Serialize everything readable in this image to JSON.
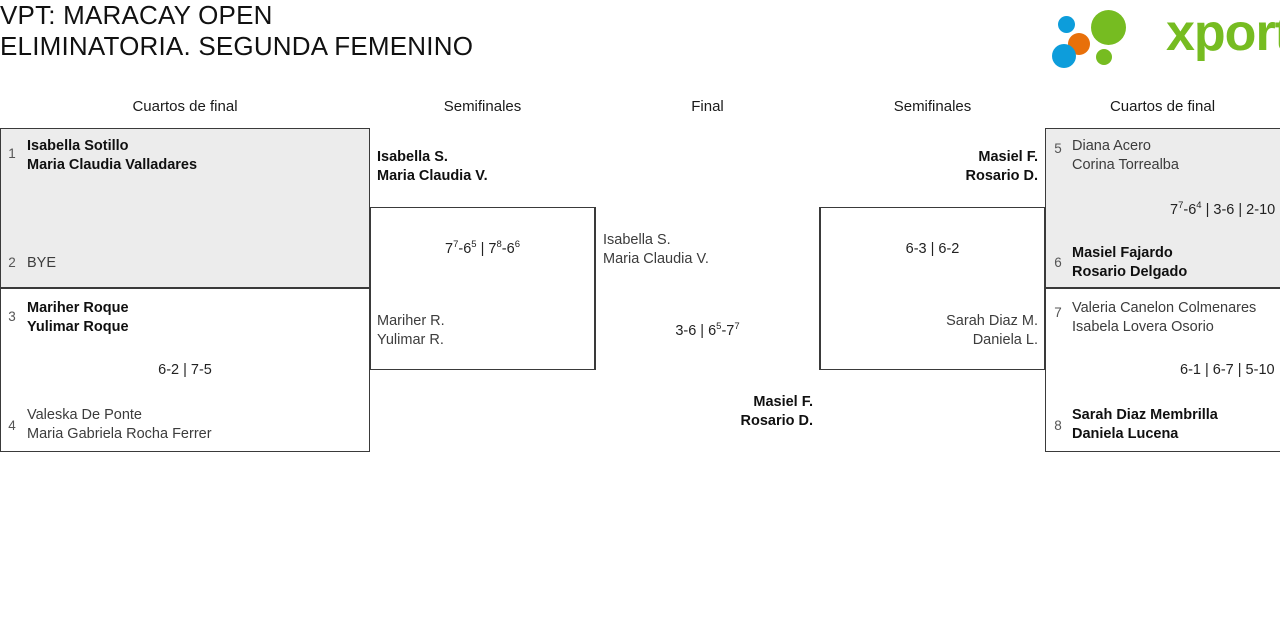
{
  "header": {
    "title_line1": "VPT: MARACAY OPEN",
    "title_line2": "ELIMINATORIA. SEGUNDA FEMENINO",
    "logo_text": "xporty",
    "logo_colors": {
      "green": "#76bc21",
      "blue": "#0d9ddb",
      "orange": "#e8700a"
    }
  },
  "round_headers": {
    "left_quarters": "Cuartos de final",
    "left_semis": "Semifinales",
    "final": "Final",
    "right_semis": "Semifinales",
    "right_quarters": "Cuartos de final"
  },
  "bracket": {
    "left_quarterfinals": [
      {
        "top": {
          "seed": "1",
          "player1": "Isabella Sotillo",
          "player2": "Maria Claudia Valladares",
          "winner": true
        },
        "bottom": {
          "seed": "2",
          "player1": "BYE",
          "player2": "",
          "winner": false
        },
        "score": ""
      },
      {
        "top": {
          "seed": "3",
          "player1": "Mariher Roque",
          "player2": "Yulimar Roque",
          "winner": true
        },
        "bottom": {
          "seed": "4",
          "player1": "Valeska De Ponte",
          "player2": "Maria Gabriela Rocha Ferrer",
          "winner": false
        },
        "score": "6-2 | 7-5"
      }
    ],
    "left_semifinal": {
      "top": {
        "player1": "Isabella S.",
        "player2": "Maria Claudia V.",
        "winner": true
      },
      "bottom": {
        "player1": "Mariher R.",
        "player2": "Yulimar R.",
        "winner": false
      },
      "score_parts": [
        {
          "text": "7",
          "sup": "7"
        },
        {
          "text": "-6",
          "sup": "5"
        },
        {
          "text": " | 7",
          "sup": "8"
        },
        {
          "text": "-6",
          "sup": "6"
        }
      ],
      "score_plain": "7(7)-6(5) | 7(8)-6(6)"
    },
    "final": {
      "top": {
        "player1": "Isabella S.",
        "player2": "Maria Claudia V.",
        "winner": false
      },
      "bottom": {
        "player1": "Masiel F.",
        "player2": "Rosario D.",
        "winner": true
      },
      "score_parts": [
        {
          "text": "3-6 | 6",
          "sup": "5"
        },
        {
          "text": "-7",
          "sup": "7"
        }
      ],
      "score_plain": "3-6 | 6(5)-7(7)"
    },
    "right_semifinal": {
      "top": {
        "player1": "Masiel F.",
        "player2": "Rosario D.",
        "winner": true
      },
      "bottom": {
        "player1": "Sarah Diaz M.",
        "player2": "Daniela L.",
        "winner": false
      },
      "score_plain": "6-3 | 6-2"
    },
    "right_quarterfinals": [
      {
        "top": {
          "seed": "5",
          "player1": "Diana Acero",
          "player2": "Corina Torrealba",
          "winner": false
        },
        "bottom": {
          "seed": "6",
          "player1": "Masiel Fajardo",
          "player2": "Rosario Delgado",
          "winner": true
        },
        "score_parts": [
          {
            "text": "7",
            "sup": "7"
          },
          {
            "text": "-6",
            "sup": "4"
          },
          {
            "text": " | 3-6 | 2-10",
            "sup": ""
          }
        ],
        "score_plain": "7(7)-6(4) | 3-6 | 2-10"
      },
      {
        "top": {
          "seed": "7",
          "player1": "Valeria Canelon Colmenares",
          "player2": "Isabela Lovera Osorio",
          "winner": false
        },
        "bottom": {
          "seed": "8",
          "player1": "Sarah Diaz Membrilla",
          "player2": "Daniela Lucena",
          "winner": true
        },
        "score_parts": [
          {
            "text": "6-1 | 6-7 | 5-10",
            "sup": ""
          }
        ],
        "score_plain": "6-1 | 6-7 | 5-10"
      }
    ]
  }
}
